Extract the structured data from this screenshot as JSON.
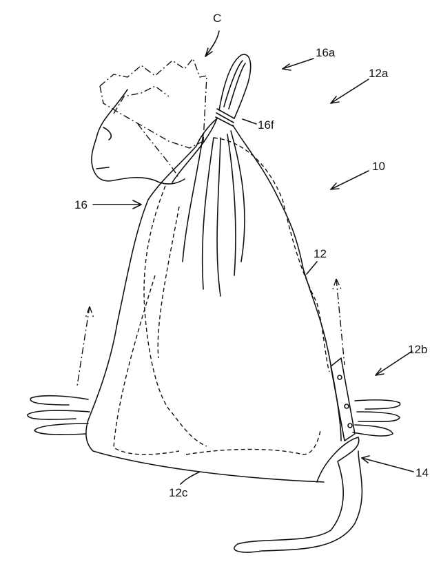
{
  "figure": {
    "labels": {
      "c": "C",
      "l16a": "16a",
      "l12a": "12a",
      "l16f": "16f",
      "l10": "10",
      "l16": "16",
      "l12": "12",
      "l12b": "12b",
      "l14": "14",
      "l12c": "12c"
    }
  }
}
